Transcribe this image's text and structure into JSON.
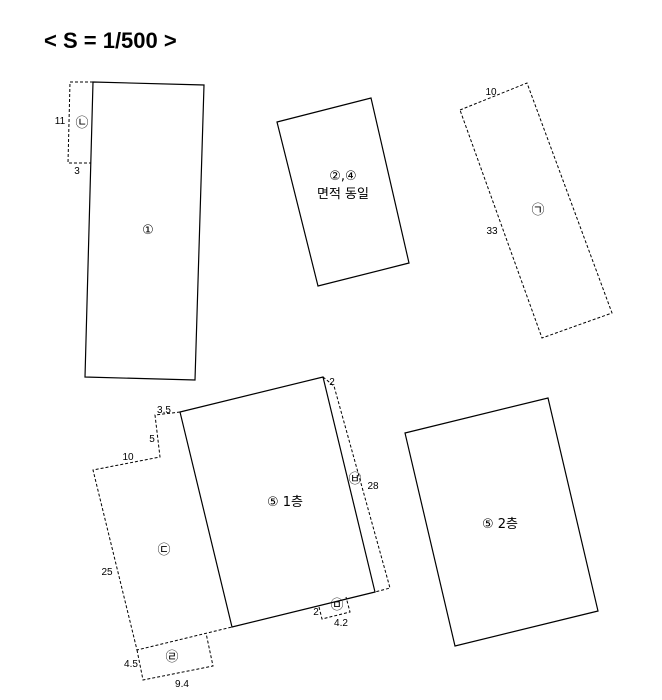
{
  "title": "< S = 1/500 >",
  "lots": {
    "lot1": {
      "label": "①"
    },
    "lot2": {
      "label_line1": "②,④",
      "label_line2": "면적 동일"
    },
    "lot_giyeok": {
      "label": "㉠",
      "dim_top": "10",
      "dim_side": "33"
    },
    "lot_nieun": {
      "label": "㉡",
      "dim_side": "11",
      "dim_bottom": "3"
    },
    "lot5_floor1": {
      "label": "⑤ 1층",
      "dim_top_right": "2",
      "dim_right": "28"
    },
    "lot5_floor2": {
      "label": "⑤ 2층"
    },
    "lot_digeut": {
      "label": "㉢",
      "dim_a": "3.5",
      "dim_b": "5",
      "dim_c": "10",
      "dim_d": "25"
    },
    "lot_rieul": {
      "label": "㉣",
      "dim_side": "4.5",
      "dim_bottom": "9.4"
    },
    "lot_mieum": {
      "label": "㉤",
      "dim_side": "2",
      "dim_bottom": "4.2"
    },
    "lot_bieup": {
      "label": "㉥"
    }
  }
}
